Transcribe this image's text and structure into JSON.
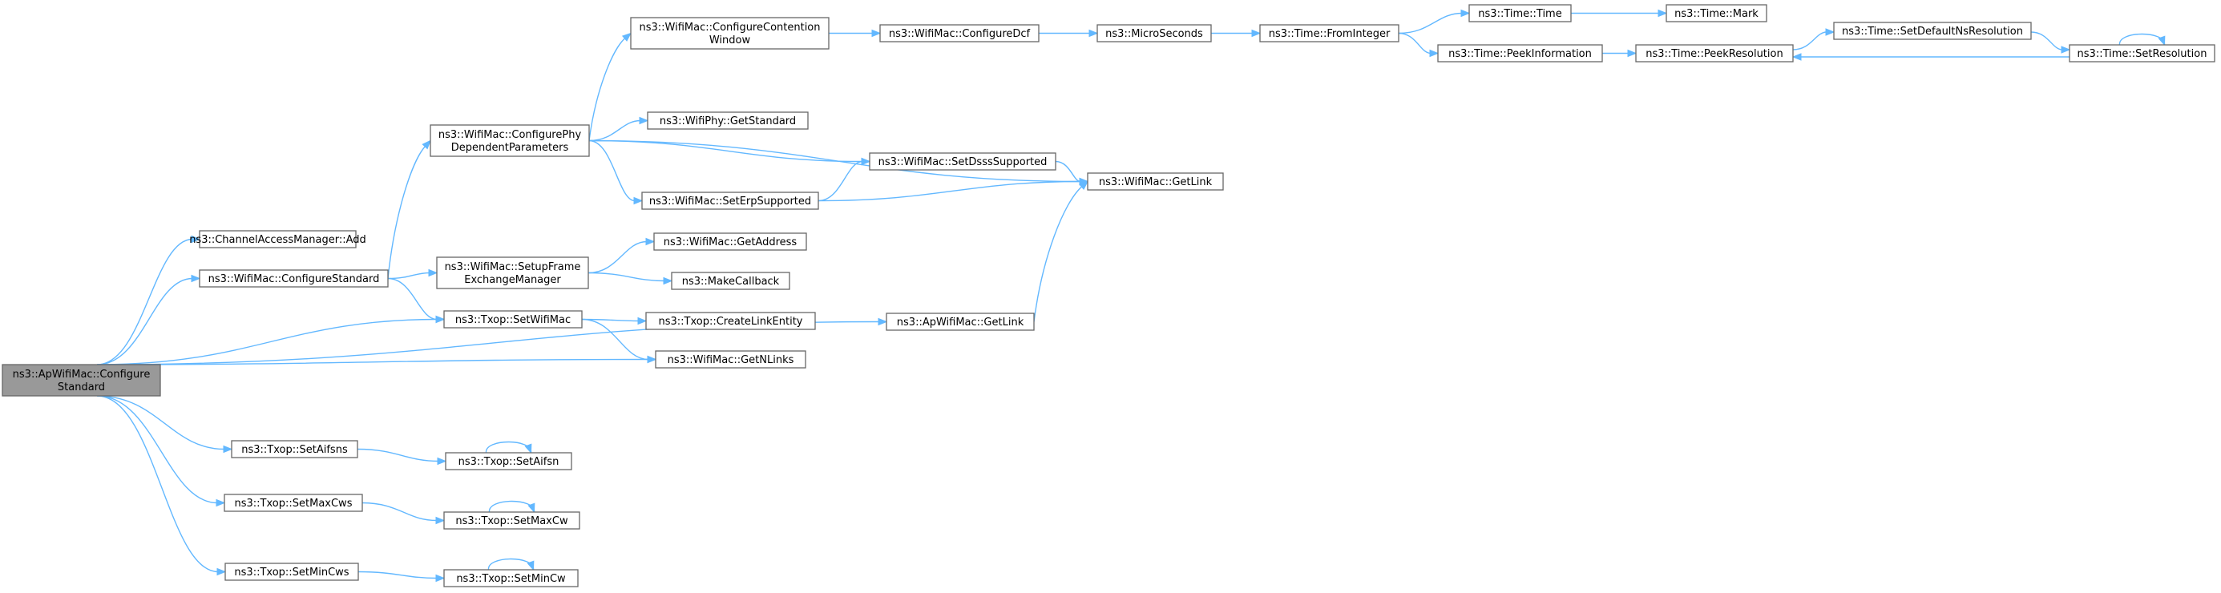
{
  "colors": {
    "edge": "#63b8ff",
    "node_border": "#666666",
    "root_fill": "#999999",
    "node_fill": "#ffffff"
  },
  "nodes": {
    "root": [
      "ns3::ApWifiMac::Configure",
      "Standard"
    ],
    "cam_add": [
      "ns3::ChannelAccessManager::Add"
    ],
    "wm_cfgstd": [
      "ns3::WifiMac::ConfigureStandard"
    ],
    "wm_cfgphy": [
      "ns3::WifiMac::ConfigurePhy",
      "DependentParameters"
    ],
    "wm_cfgcw": [
      "ns3::WifiMac::ConfigureContention",
      "Window"
    ],
    "wm_cfgdcf": [
      "ns3::WifiMac::ConfigureDcf"
    ],
    "microsec": [
      "ns3::MicroSeconds"
    ],
    "t_fromint": [
      "ns3::Time::FromInteger"
    ],
    "t_time": [
      "ns3::Time::Time"
    ],
    "t_mark": [
      "ns3::Time::Mark"
    ],
    "t_peekinfo": [
      "ns3::Time::PeekInformation"
    ],
    "t_peekres": [
      "ns3::Time::PeekResolution"
    ],
    "t_setdefres": [
      "ns3::Time::SetDefaultNsResolution"
    ],
    "t_setres": [
      "ns3::Time::SetResolution"
    ],
    "wphy_getstd": [
      "ns3::WifiPhy::GetStandard"
    ],
    "wm_setdsss": [
      "ns3::WifiMac::SetDsssSupported"
    ],
    "wm_seterp": [
      "ns3::WifiMac::SetErpSupported"
    ],
    "wm_getlink": [
      "ns3::WifiMac::GetLink"
    ],
    "wm_setupfem": [
      "ns3::WifiMac::SetupFrame",
      "ExchangeManager"
    ],
    "wm_getaddr": [
      "ns3::WifiMac::GetAddress"
    ],
    "makecb": [
      "ns3::MakeCallback"
    ],
    "tx_setwifimac": [
      "ns3::Txop::SetWifiMac"
    ],
    "tx_createle": [
      "ns3::Txop::CreateLinkEntity"
    ],
    "wm_getnlinks": [
      "ns3::WifiMac::GetNLinks"
    ],
    "apwm_getlink": [
      "ns3::ApWifiMac::GetLink"
    ],
    "tx_setaifsns": [
      "ns3::Txop::SetAifsns"
    ],
    "tx_setaifsn": [
      "ns3::Txop::SetAifsn"
    ],
    "tx_setmaxcws": [
      "ns3::Txop::SetMaxCws"
    ],
    "tx_setmaxcw": [
      "ns3::Txop::SetMaxCw"
    ],
    "tx_setmincws": [
      "ns3::Txop::SetMinCws"
    ],
    "tx_setmincw": [
      "ns3::Txop::SetMinCw"
    ]
  },
  "edges": [
    [
      "root",
      "cam_add"
    ],
    [
      "root",
      "wm_cfgstd"
    ],
    [
      "root",
      "tx_setwifimac"
    ],
    [
      "root",
      "wm_getnlinks"
    ],
    [
      "root",
      "apwm_getlink"
    ],
    [
      "root",
      "tx_setaifsns"
    ],
    [
      "root",
      "tx_setmaxcws"
    ],
    [
      "root",
      "tx_setmincws"
    ],
    [
      "wm_cfgstd",
      "wm_cfgphy"
    ],
    [
      "wm_cfgstd",
      "wm_setupfem"
    ],
    [
      "wm_cfgstd",
      "tx_setwifimac"
    ],
    [
      "wm_cfgphy",
      "wm_cfgcw"
    ],
    [
      "wm_cfgphy",
      "wphy_getstd"
    ],
    [
      "wm_cfgphy",
      "wm_setdsss"
    ],
    [
      "wm_cfgphy",
      "wm_seterp"
    ],
    [
      "wm_cfgphy",
      "wm_getlink"
    ],
    [
      "wm_cfgcw",
      "wm_cfgdcf"
    ],
    [
      "wm_cfgdcf",
      "microsec"
    ],
    [
      "microsec",
      "t_fromint"
    ],
    [
      "t_fromint",
      "t_time"
    ],
    [
      "t_fromint",
      "t_peekinfo"
    ],
    [
      "t_time",
      "t_mark"
    ],
    [
      "t_peekinfo",
      "t_peekres"
    ],
    [
      "t_peekres",
      "t_setdefres"
    ],
    [
      "t_setdefres",
      "t_setres"
    ],
    [
      "t_setres",
      "t_peekres"
    ],
    [
      "t_setres",
      "t_setres"
    ],
    [
      "wm_seterp",
      "wm_setdsss"
    ],
    [
      "wm_seterp",
      "wm_getlink"
    ],
    [
      "wm_setdsss",
      "wm_getlink"
    ],
    [
      "wm_setupfem",
      "wm_getaddr"
    ],
    [
      "wm_setupfem",
      "makecb"
    ],
    [
      "tx_setwifimac",
      "tx_createle"
    ],
    [
      "tx_setwifimac",
      "wm_getnlinks"
    ],
    [
      "apwm_getlink",
      "wm_getlink"
    ],
    [
      "tx_setaifsns",
      "tx_setaifsn"
    ],
    [
      "tx_setaifsn",
      "tx_setaifsn"
    ],
    [
      "tx_setmaxcws",
      "tx_setmaxcw"
    ],
    [
      "tx_setmaxcw",
      "tx_setmaxcw"
    ],
    [
      "tx_setmincws",
      "tx_setmincw"
    ],
    [
      "tx_setmincw",
      "tx_setmincw"
    ]
  ]
}
